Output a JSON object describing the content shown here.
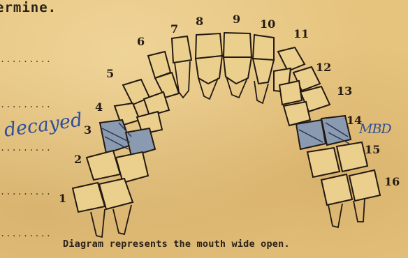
{
  "form": {
    "heading_fragment": "ermine.",
    "caption": "Diagram represents the mouth wide open.",
    "answer_lines": ".........",
    "notes": {
      "left": "decayed",
      "right": "MBD"
    }
  },
  "tooth_numbers": [
    "1",
    "2",
    "3",
    "4",
    "5",
    "6",
    "7",
    "8",
    "9",
    "10",
    "11",
    "12",
    "13",
    "14",
    "15",
    "16"
  ],
  "colors": {
    "paper": "#e6c47e",
    "ink": "#231a12",
    "pen": "#2f4f9a"
  }
}
